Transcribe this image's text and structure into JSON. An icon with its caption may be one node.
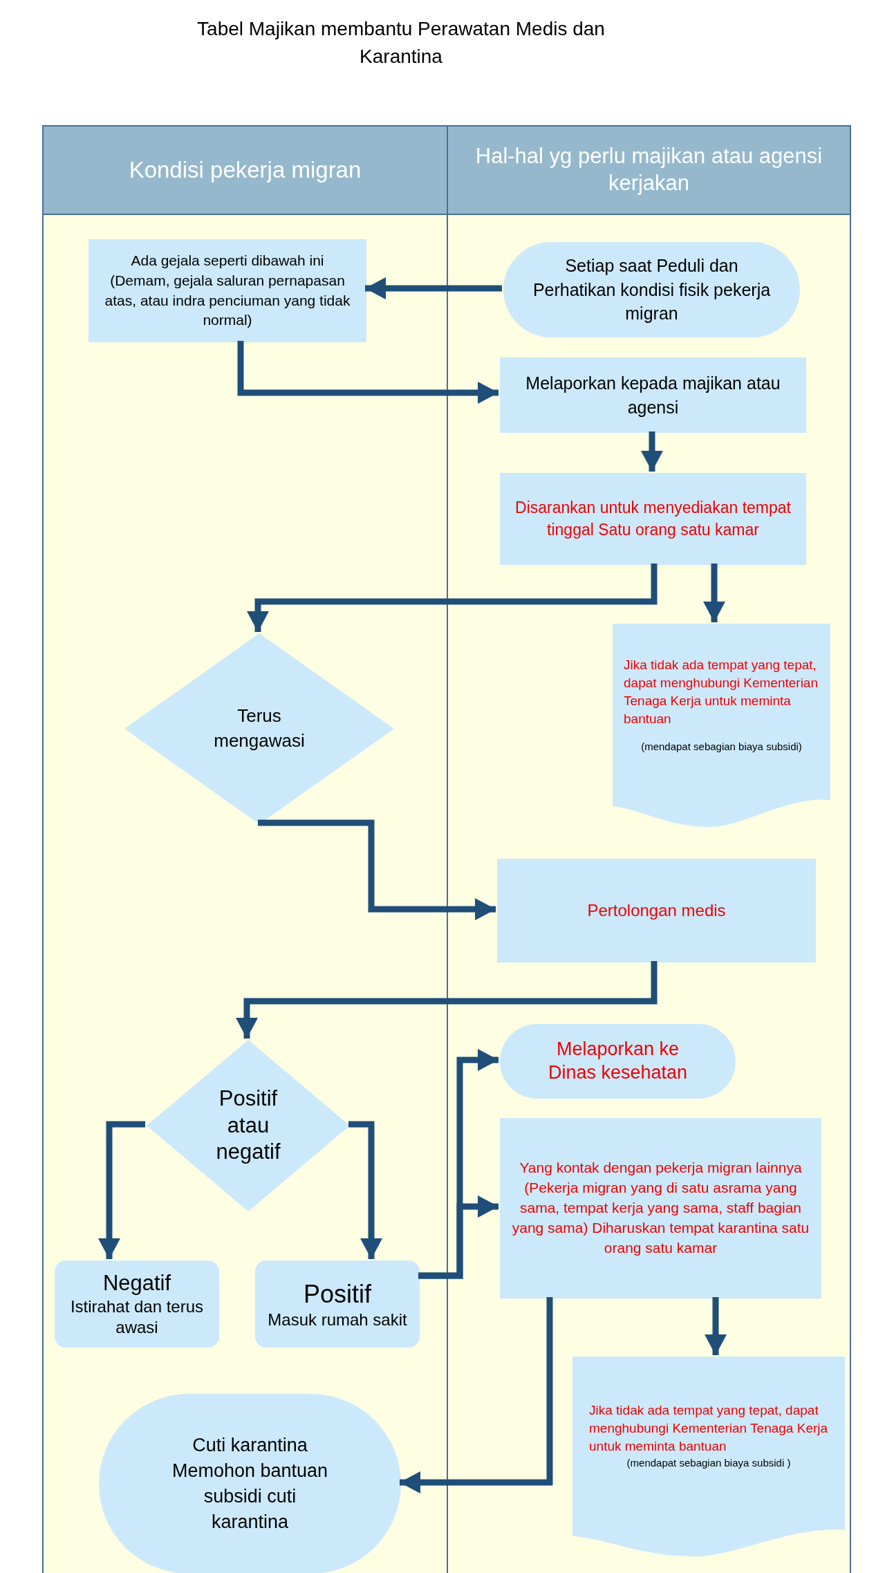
{
  "diagram": {
    "title": "Tabel Majikan membantu Perawatan Medis dan Karantina",
    "nodes": [
      {
        "text": [
          "Kondisi pekerja migran"
        ]
      },
      {
        "text": [
          "Hal-hal yg perlu majikan atau agensi kerjakan"
        ]
      },
      {
        "text": [
          "Ada gejala seperti dibawah ini (Demam, gejala saluran pernapasan atas, atau indra penciuman yang tidak normal)"
        ],
        "in": 0
      },
      {
        "text": [
          "Setiap saat Peduli dan Perhatikan kondisi fisik pekerja migran"
        ],
        "in": 1
      },
      {
        "text": [
          "Melaporkan kepada majikan atau agensi"
        ],
        "in": 1
      },
      {
        "text": [
          "Disarankan untuk menyediakan tempat tinggal Satu orang satu kamar"
        ],
        "in": 1
      },
      {
        "text": [
          "Jika tidak ada tempat yang tepat, dapat menghubungi Kementerian Tenaga Kerja untuk meminta bantuan",
          "(mendapat sebagian biaya subsidi)"
        ],
        "in": 1
      },
      {
        "text": [
          "Terus mengawasi"
        ],
        "in": 0
      },
      {
        "text": [
          "Pertolongan medis"
        ],
        "in": 1
      },
      {
        "text": [
          "Positif atau negatif"
        ],
        "in": 0
      },
      {
        "text": [
          "Melaporkan ke Dinas kesehatan"
        ],
        "in": 1
      },
      {
        "text": [
          "Yang kontak dengan pekerja migran lainnya (Pekerja migran yang di satu asrama yang sama, tempat kerja yang sama, staff bagian yang sama) Diharuskan tempat karantina satu orang satu kamar"
        ],
        "in": 1
      },
      {
        "text": [
          "Negatif",
          "Istirahat dan terus awasi"
        ],
        "in": 0
      },
      {
        "text": [
          "Positif",
          "Masuk rumah sakit"
        ],
        "in": 0
      },
      {
        "text": [
          "Cuti karantina Memohon bantuan subsidi cuti karantina"
        ],
        "in": 0
      },
      {
        "text": [
          "Jika tidak ada tempat yang tepat, dapat menghubungi Kementerian Tenaga Kerja untuk meminta bantuan",
          "(mendapat sebagian biaya subsidi )"
        ],
        "in": 1
      }
    ],
    "edges": [
      {
        "from": 3,
        "to": 2,
        "arrow": "to"
      },
      {
        "from": 2,
        "to": 4,
        "arrow": "to"
      },
      {
        "from": 4,
        "to": 5,
        "arrow": "to"
      },
      {
        "from": 5,
        "to": 7,
        "arrow": "to"
      },
      {
        "from": 5,
        "to": 6,
        "arrow": "to"
      },
      {
        "from": 7,
        "to": 8,
        "arrow": "to"
      },
      {
        "from": 8,
        "to": 9,
        "arrow": "to"
      },
      {
        "from": 9,
        "to": 12,
        "arrow": "to"
      },
      {
        "from": 9,
        "to": 13,
        "arrow": "to"
      },
      {
        "from": 13,
        "to": 10,
        "arrow": "to"
      },
      {
        "from": 13,
        "to": 11,
        "arrow": "to"
      },
      {
        "from": 11,
        "to": 14,
        "arrow": "to"
      },
      {
        "from": 11,
        "to": 15,
        "arrow": "to"
      }
    ]
  }
}
